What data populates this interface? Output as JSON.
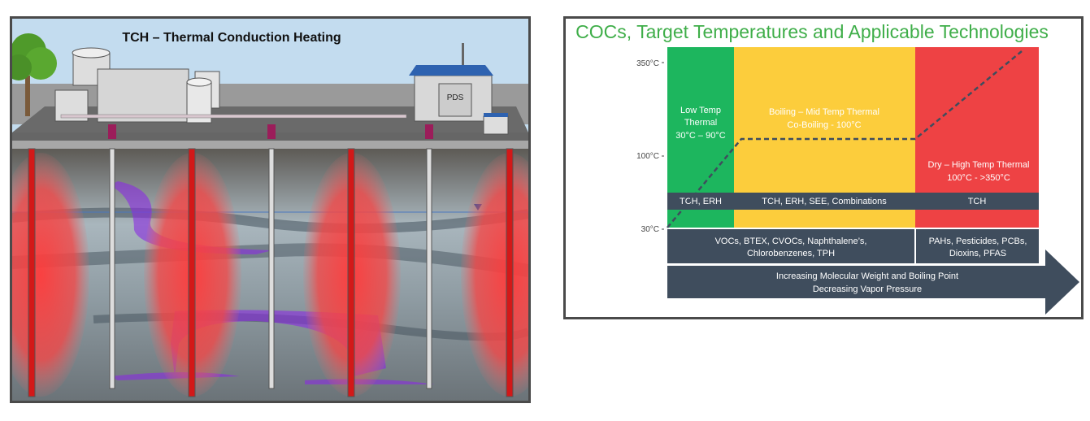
{
  "left": {
    "title": "TCH – Thermal Conduction Heating",
    "building_label": "PDS"
  },
  "right": {
    "title": "COCs, Target Temperatures and Applicable Technologies",
    "title_color": "#3fae49",
    "y_ticks": [
      "350°C",
      "100°C",
      "30°C"
    ],
    "zones": [
      {
        "lines": [
          "Low Temp",
          "Thermal",
          "30°C – 90°C"
        ],
        "color": "#1db65e",
        "technologies": "TCH, ERH"
      },
      {
        "lines": [
          "Boiling – Mid Temp Thermal",
          "Co-Boiling -  100°C"
        ],
        "color": "#fccd3c",
        "technologies": "TCH, ERH, SEE, Combinations"
      },
      {
        "lines": [
          "Dry – High Temp Thermal",
          "100°C - >350°C"
        ],
        "color": "#ee4244",
        "technologies": "TCH"
      }
    ],
    "coc_groups": [
      {
        "lines": [
          "VOCs, BTEX, CVOCs, Naphthalene’s,",
          "Chlorobenzenes, TPH"
        ]
      },
      {
        "lines": [
          "PAHs, Pesticides, PCBs,",
          "Dioxins, PFAS"
        ]
      }
    ],
    "arrow_lines": [
      "Increasing Molecular Weight and Boiling Point",
      "Decreasing Vapor Pressure"
    ],
    "band_color": "#3f4d5d"
  }
}
